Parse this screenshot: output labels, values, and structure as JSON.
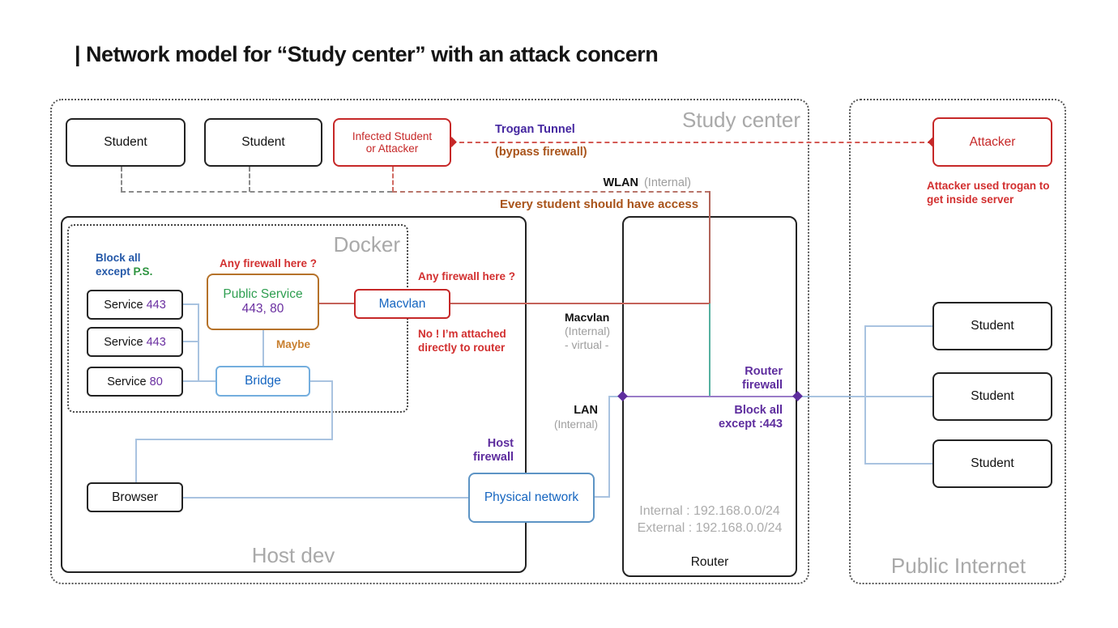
{
  "title": "| Network model for “Study center” with an attack concern",
  "regions": {
    "study_center": {
      "label": "Study center"
    },
    "public_internet": {
      "label": "Public Internet"
    },
    "host_dev": {
      "label": "Host dev"
    },
    "docker": {
      "label": "Docker"
    },
    "router": {
      "label": "Router",
      "internal_ip": "Internal : 192.168.0.0/24",
      "external_ip": "External : 192.168.0.0/24"
    }
  },
  "nodes": {
    "student1": {
      "label": "Student"
    },
    "student2": {
      "label": "Student"
    },
    "infected": {
      "line1": "Infected Student",
      "line2": "or Attacker"
    },
    "attacker": {
      "label": "Attacker"
    },
    "service1": {
      "name": "Service",
      "port": "443"
    },
    "service2": {
      "name": "Service",
      "port": "443"
    },
    "service3": {
      "name": "Service",
      "port": "80"
    },
    "public_service": {
      "name": "Public Service",
      "ports": "443, 80"
    },
    "macvlan": {
      "label": "Macvlan"
    },
    "bridge": {
      "label": "Bridge"
    },
    "browser": {
      "label": "Browser"
    },
    "physical_network": {
      "label": "Physical network"
    },
    "remote_student1": {
      "label": "Student"
    },
    "remote_student2": {
      "label": "Student"
    },
    "remote_student3": {
      "label": "Student"
    }
  },
  "annotations": {
    "trogan_tunnel": "Trogan Tunnel",
    "bypass_firewall": "(bypass firewall)",
    "wlan": "WLAN",
    "wlan_internal": "(Internal)",
    "every_student": "Every student should have access",
    "block_all_line1": "Block all",
    "block_all_line2": "except",
    "block_all_ps": "P.S.",
    "any_firewall_docker": "Any firewall here ?",
    "any_firewall_macvlan": "Any firewall here ?",
    "maybe": "Maybe",
    "no_attached_line1": "No ! I’m attached",
    "no_attached_line2": "directly to router",
    "macvlan_router": "Macvlan",
    "macvlan_router_internal": "(Internal)",
    "macvlan_router_virtual": "- virtual -",
    "lan": "LAN",
    "lan_internal": "(Internal)",
    "host_firewall_line1": "Host",
    "host_firewall_line2": "firewall",
    "router_firewall_line1": "Router",
    "router_firewall_line2": "firewall",
    "router_block_line1": "Block all",
    "router_block_line2": "except :443",
    "attacker_note_line1": "Attacker used trogan to",
    "attacker_note_line2": "get inside server"
  },
  "colors": {
    "alert_red": "#c62828",
    "firewall_purple": "#5e2d9e",
    "tunnel_indigo": "#4527a0",
    "note_rust": "#a9541b",
    "node_blue": "#1565c0",
    "service_green": "#2e9e50",
    "port_purple": "#6a2fa0",
    "line_steel_blue": "#a9c3e0",
    "line_teal": "#55b0a0",
    "line_brown": "#b2645a",
    "public_service_border": "#b5722a",
    "region_gray": "#a9a9a9"
  }
}
